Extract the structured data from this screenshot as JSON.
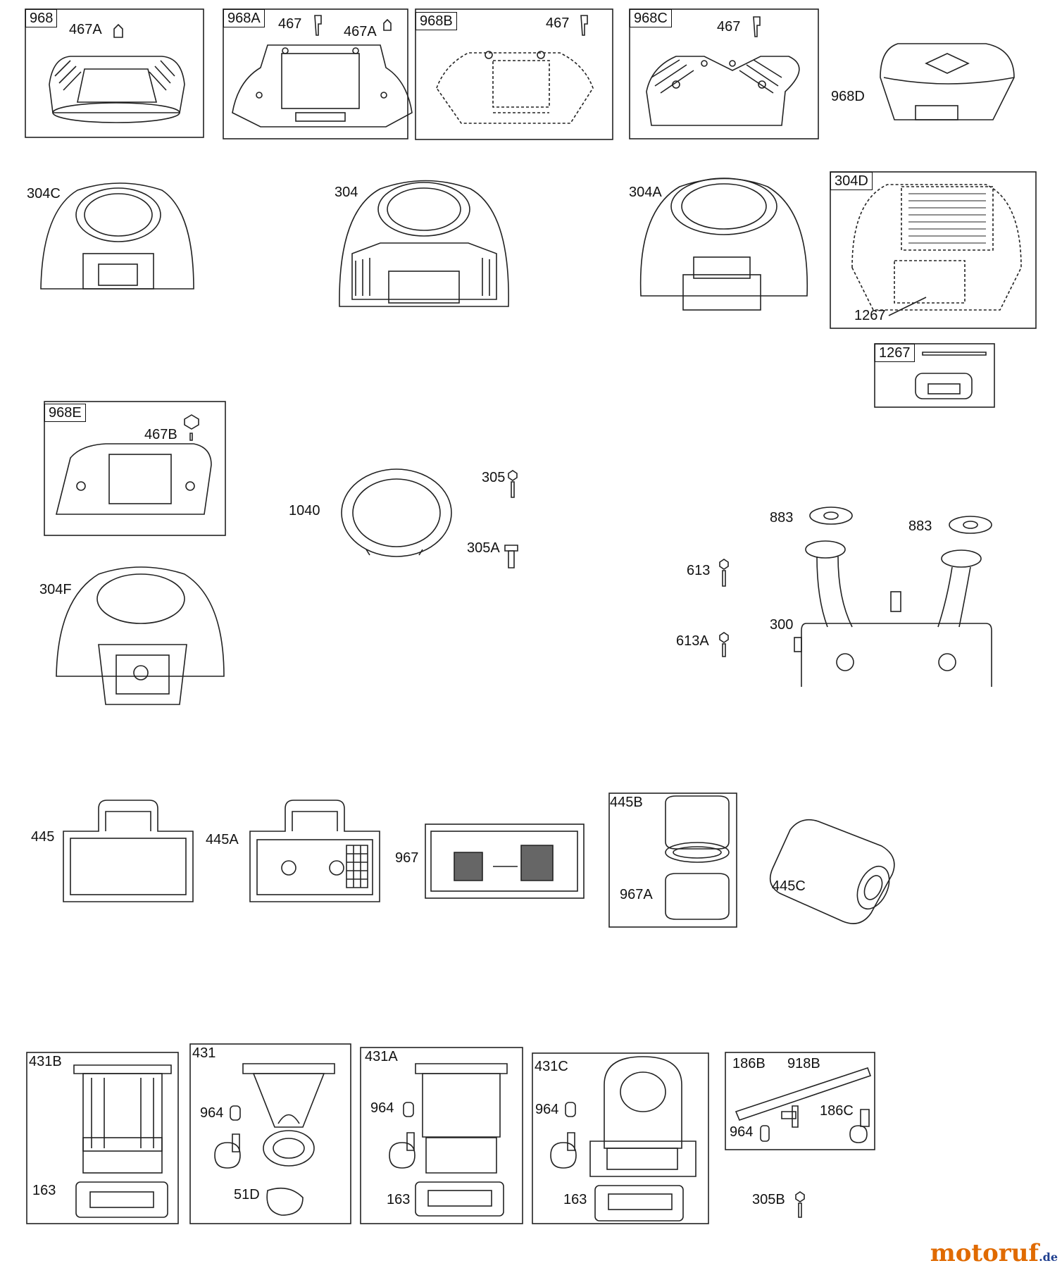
{
  "labels": {
    "p968": "968",
    "p467A_1": "467A",
    "p968A": "968A",
    "p467_1": "467",
    "p467A_2": "467A",
    "p968B": "968B",
    "p467_2": "467",
    "p968C": "968C",
    "p467_3": "467",
    "p968D": "968D",
    "p304C": "304C",
    "p304": "304",
    "p304A": "304A",
    "p304D": "304D",
    "p1267_a": "1267",
    "p1267_b": "1267",
    "p968E": "968E",
    "p467B": "467B",
    "p1040": "1040",
    "p305": "305",
    "p305A": "305A",
    "p883_1": "883",
    "p883_2": "883",
    "p613": "613",
    "p613A": "613A",
    "p300": "300",
    "p304F": "304F",
    "p445": "445",
    "p445A": "445A",
    "p967": "967",
    "p445B": "445B",
    "p967A": "967A",
    "p445C": "445C",
    "p431B": "431B",
    "p163_1": "163",
    "p431": "431",
    "p964_1": "964",
    "p51D": "51D",
    "p431A": "431A",
    "p964_2": "964",
    "p163_2": "163",
    "p431C": "431C",
    "p964_3": "964",
    "p163_3": "163",
    "p186B": "186B",
    "p918B": "918B",
    "p186C": "186C",
    "p964_4": "964",
    "p305B": "305B"
  },
  "watermark": {
    "brand": "motoruf",
    "tld": ".de",
    "brand_color": "#e06a00",
    "tld_color": "#1f3f8f"
  }
}
